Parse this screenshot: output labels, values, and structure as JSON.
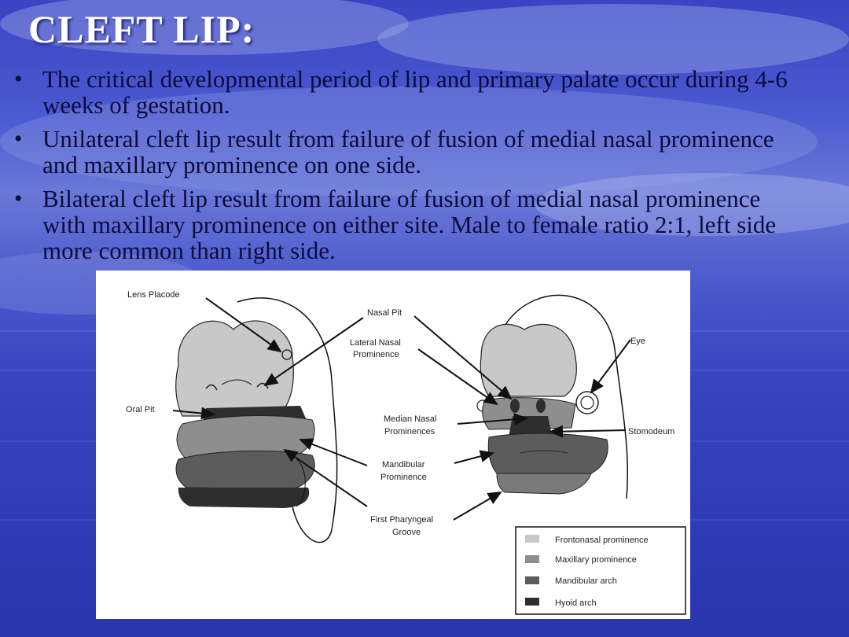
{
  "slide": {
    "title": "CLEFT LIP:",
    "bullets": [
      "The critical developmental period of lip and primary palate occur during 4-6 weeks of gestation.",
      "Unilateral cleft lip result from failure of fusion of medial nasal prominence and maxillary prominence on one side.",
      "Bilateral cleft lip result from failure of fusion of medial nasal prominence with maxillary prominence on either site. Male to female ratio 2:1, left side more common than right side."
    ]
  },
  "figure": {
    "labels": {
      "lens_placode": "Lens Placode",
      "nasal_pit": "Nasal Pit",
      "lateral_nasal_1": "Lateral Nasal",
      "lateral_nasal_2": "Prominence",
      "eye": "Eye",
      "oral_pit": "Oral Pit",
      "median_nasal_1": "Median Nasal",
      "median_nasal_2": "Prominences",
      "stomodeum": "Stomodeum",
      "mandibular_1": "Mandibular",
      "mandibular_2": "Prominence",
      "pharyngeal_1": "First Pharyngeal",
      "pharyngeal_2": "Groove"
    },
    "legend": [
      {
        "label": "Frontonasal prominence",
        "color": "#c8c8c8"
      },
      {
        "label": "Maxillary prominence",
        "color": "#8e8e8e"
      },
      {
        "label": "Mandibular arch",
        "color": "#5c5c5c"
      },
      {
        "label": "Hyoid arch",
        "color": "#2e2e2e"
      }
    ]
  }
}
